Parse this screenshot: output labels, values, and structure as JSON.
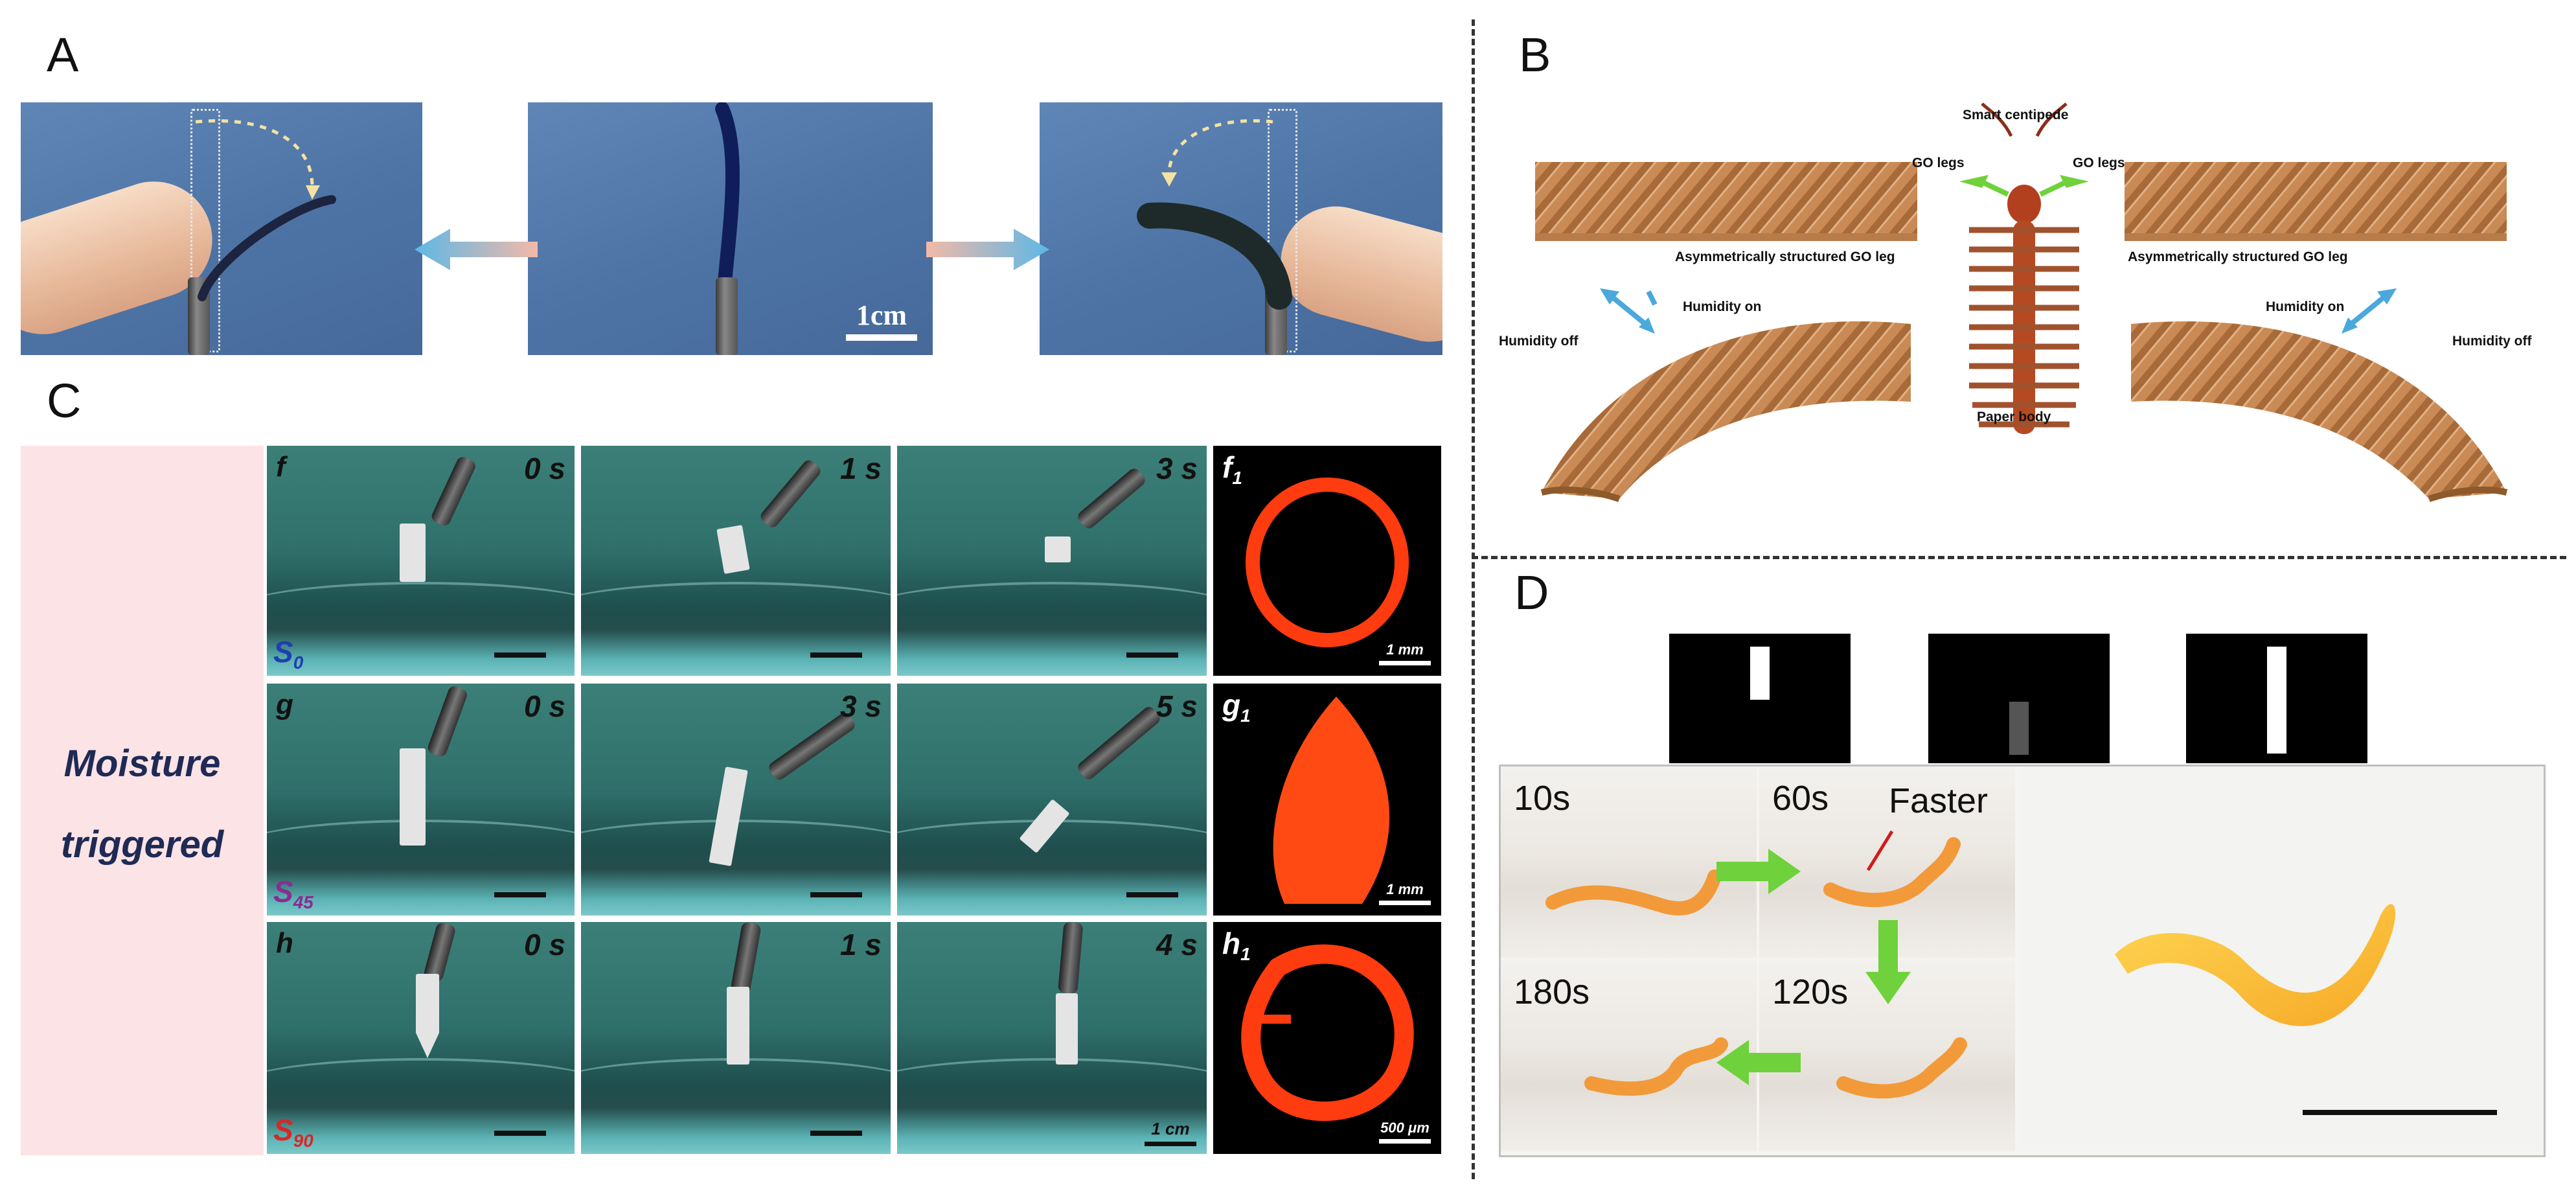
{
  "panels": {
    "a": {
      "letter": "A",
      "scale_bar": "1cm"
    },
    "b": {
      "letter": "B",
      "title": "Smart centipede",
      "leg_left": "GO legs",
      "leg_right": "GO legs",
      "struct_left": "Asymmetrically structured GO leg",
      "struct_right": "Asymmetrically structured GO leg",
      "hum_on_left": "Humidity on",
      "hum_on_right": "Humidity on",
      "hum_off_left": "Humidity off",
      "hum_off_right": "Humidity off",
      "body": "Paper body"
    },
    "c": {
      "letter": "C",
      "side_line1": "Moisture",
      "side_line2": "triggered",
      "rows": [
        {
          "letter": "f",
          "times": [
            "0 s",
            "1 s",
            "3 s"
          ],
          "s_base": "S",
          "s_sub": "0",
          "s_color": "#1f3fae",
          "fl_base": "f",
          "fl_sub": "1",
          "fl_scale": "1 mm"
        },
        {
          "letter": "g",
          "times": [
            "0 s",
            "3 s",
            "5 s"
          ],
          "s_base": "S",
          "s_sub": "45",
          "s_color": "#8b2c8f",
          "fl_base": "g",
          "fl_sub": "1",
          "fl_scale": "1 mm"
        },
        {
          "letter": "h",
          "times": [
            "0 s",
            "1 s",
            "4 s"
          ],
          "s_base": "S",
          "s_sub": "90",
          "s_color": "#d62828",
          "fl_base": "h",
          "fl_sub": "1",
          "fl_scale": "500 μm"
        }
      ],
      "cm_scale": "1 cm"
    },
    "d": {
      "letter": "D",
      "times": [
        "10s",
        "60s",
        "120s",
        "180s"
      ],
      "annotation": "Faster"
    }
  },
  "colors": {
    "panel_a_bg": "#4f76a8",
    "panel_c_side": "#fbe3e6",
    "arrow_blue": "#5cb8e6",
    "arrow_green": "#6fd13b",
    "fluor_red": "#ff3b10"
  }
}
